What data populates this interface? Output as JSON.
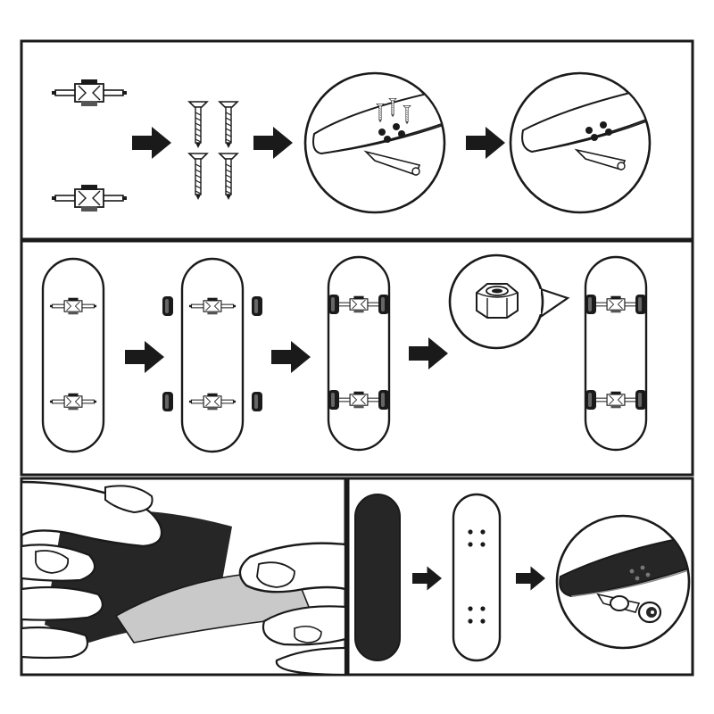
{
  "figure": {
    "kind": "assembly-instructions",
    "ink_color": "#1a1a1a",
    "paper_color": "#ffffff",
    "shade_color": "#c9c9c9",
    "panels": [
      {
        "id": "attach-trucks",
        "steps": [
          "trucks",
          "screws",
          "deck-insert-screws",
          "deck-screws-installed"
        ]
      },
      {
        "id": "mount-wheels",
        "steps": [
          "deck-trucks",
          "deck-wheels-aside",
          "deck-wheels-mounted",
          "tighten-nut"
        ]
      },
      {
        "id": "grip-tape",
        "steps": [
          "peel-grip-tape"
        ]
      },
      {
        "id": "apply-grip",
        "steps": [
          "grip-tape-sheet",
          "deck-with-holes",
          "finished-board"
        ]
      }
    ],
    "icons": [
      "arrow-right-icon",
      "screw-icon",
      "truck-icon",
      "wheel-icon",
      "hex-nut-icon",
      "hand-icon",
      "grip-tape-icon"
    ]
  }
}
